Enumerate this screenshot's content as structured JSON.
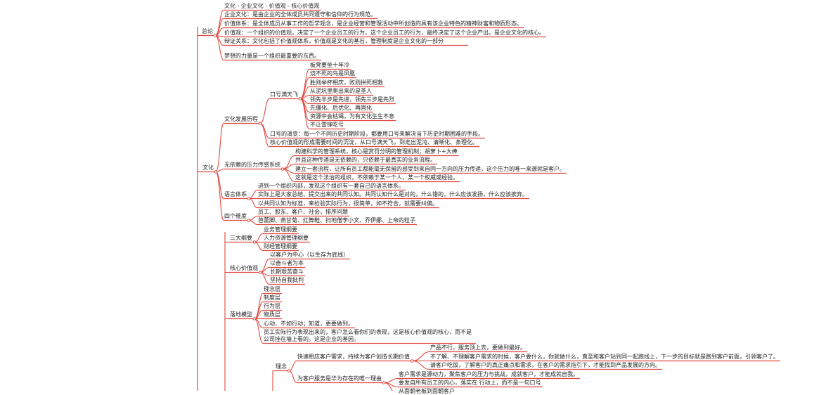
{
  "colors": {
    "branch": "#e0483e",
    "text": "#222222",
    "background": "#ffffff"
  },
  "nodes": [
    {
      "id": "zonglun",
      "text": "总论"
    },
    {
      "id": "z1",
      "text": "文化 - 企业文化 - 价值观 - 核心价值观"
    },
    {
      "id": "z2",
      "text": "企业文化：是由企业的全体成员共同遵守和信仰的行为规范。"
    },
    {
      "id": "z3",
      "text": "价值体系：是全体成员从事工作的哲学观念，是企业经营和管理活动中所创造的具有该企业特色的精神财富和物质形态。"
    },
    {
      "id": "z4",
      "text": "价值观：一个组织的价值观，决定了一个企业员工的行为，这个企业员工的行为，最终决定了这个企业产出。是企业文化的核心。"
    },
    {
      "id": "z5",
      "text": "辩证关系：文化包括了价值观体系，价值观是文化的基石，管理制度是企业文化的一部分"
    },
    {
      "id": "z6",
      "text": "梦想的力量是一个组织最重要的东西。"
    },
    {
      "id": "wenhua",
      "text": "文化"
    },
    {
      "id": "fzls",
      "text": "文化发展历程"
    },
    {
      "id": "kh",
      "text": "口号满天飞"
    },
    {
      "id": "kh1",
      "text": "板凳要坐十年冷"
    },
    {
      "id": "kh2",
      "text": "烧不死的鸟是凤凰"
    },
    {
      "id": "kh3",
      "text": "胜则举杯相庆，败则拼死相救"
    },
    {
      "id": "kh4",
      "text": "从泥坑里爬出来的是圣人"
    },
    {
      "id": "kh5",
      "text": "领先半步是先进，领先三步是先烈"
    },
    {
      "id": "kh6",
      "text": "先僵化、后优化、再固化"
    },
    {
      "id": "kh7",
      "text": "资源中会枯竭，为有文化生生不息"
    },
    {
      "id": "kh8",
      "text": "不让雷锋吃亏"
    },
    {
      "id": "khyb",
      "text": "口号的演变：每一个不同历史时期阶段，都要用口号来解决当下历史时期困难的手段。"
    },
    {
      "id": "hxjz",
      "text": "核心价值观的形成需要时间的沉淀，从口号满天飞，到走出泥沌、清晰化、条理化。"
    },
    {
      "id": "wyl",
      "text": "无依赖的压力传感系统"
    },
    {
      "id": "wyl1",
      "text": "构建科学的管理系统，核心是赏罚分明的管理机制；胡萝卜+大棒"
    },
    {
      "id": "wyl2",
      "text": "并且这种传递是无依赖的，只依赖于最真实的业务流程。"
    },
    {
      "id": "wyl3",
      "text": "建立一套流程，让所有员工都能毫无保留的感受到来自同一方向的压力传递，这个压力的唯一来源就是客户。"
    },
    {
      "id": "wyl4",
      "text": "这就是这个法治的组织，不依赖于某一个人，某一个权威或经验。"
    },
    {
      "id": "yytx",
      "text": "语言体系"
    },
    {
      "id": "yy1",
      "text": "进到一个组织内部，发现这个组织有一套自己的语言体系。"
    },
    {
      "id": "yy2",
      "text": "实际上是大家总结、提交出来的共同认知。共同认知什么是对的，什么错的，什么应该发扬，什么应该摈弃。"
    },
    {
      "id": "yy3",
      "text": "以共同认知为标准，来检验实际行为，很简单，如不符合，就需要纠偏。"
    },
    {
      "id": "sgwd",
      "text": "四个维度"
    },
    {
      "id": "sg1",
      "text": "员工、股东、客户、社会，排序问题"
    },
    {
      "id": "sg2",
      "text": "芭蕾脚、燕甘菊、红舞鞋、扫地僧李小文、乔伊娜、上帝的粒子"
    },
    {
      "id": "sdgy",
      "text": "三大纲要"
    },
    {
      "id": "sd1",
      "text": "业务管理纲要"
    },
    {
      "id": "sd2",
      "text": "人力资源管理纲要"
    },
    {
      "id": "sd3",
      "text": "财经管理纲要"
    },
    {
      "id": "hxjzg",
      "text": "核心价值观"
    },
    {
      "id": "hx1",
      "text": "以客户为中心（以生存为底线）"
    },
    {
      "id": "hx2",
      "text": "以奋斗者为本"
    },
    {
      "id": "hx3",
      "text": "长期艰苦奋斗"
    },
    {
      "id": "hx4",
      "text": "坚持自我批判"
    },
    {
      "id": "ldmx",
      "text": "落地模型"
    },
    {
      "id": "ld1",
      "text": "理念层"
    },
    {
      "id": "ld2",
      "text": "制度层"
    },
    {
      "id": "ld3",
      "text": "行为层"
    },
    {
      "id": "ld4",
      "text": "物质层"
    },
    {
      "id": "ld5",
      "text": "心动、不如行动；知道，更要做到。"
    },
    {
      "id": "ld6",
      "text": "员工实际行为表现出来的，客户怎么看你们的表现，这是核心价值观的核心，而不是公司挂在墙上看的。这是企业的基因。"
    },
    {
      "id": "linian",
      "text": "理念"
    },
    {
      "id": "kshx",
      "text": "快速相应客户需求，持续为客户创造长期价值"
    },
    {
      "id": "ks1",
      "text": "产品不行，服务顶上去，要做到最好。"
    },
    {
      "id": "ks2",
      "text": "不了解、不理解客户需求的时候，客户要什么，你就做什么，直至和客户站到同一起跑线上，下一步的目标就是跑到客户前面，引领客户了。"
    },
    {
      "id": "ks3",
      "text": "请客户吃饭，了解客户的真正痛点和需求，在客户的需求指引下，才能找到产品发展的方向。"
    },
    {
      "id": "wkhfw",
      "text": "为客户服务是华为存在的唯一理由"
    },
    {
      "id": "wk1",
      "text": "客户需求是源动力，聚焦客户的压力与挑战，成就客户，才能成就自我。"
    },
    {
      "id": "wk2",
      "text": "要发自所有员工的内心，落实在 行动上，而不是一句口号"
    },
    {
      "id": "wk3",
      "text": "从面朝老板到面朝客户"
    }
  ]
}
